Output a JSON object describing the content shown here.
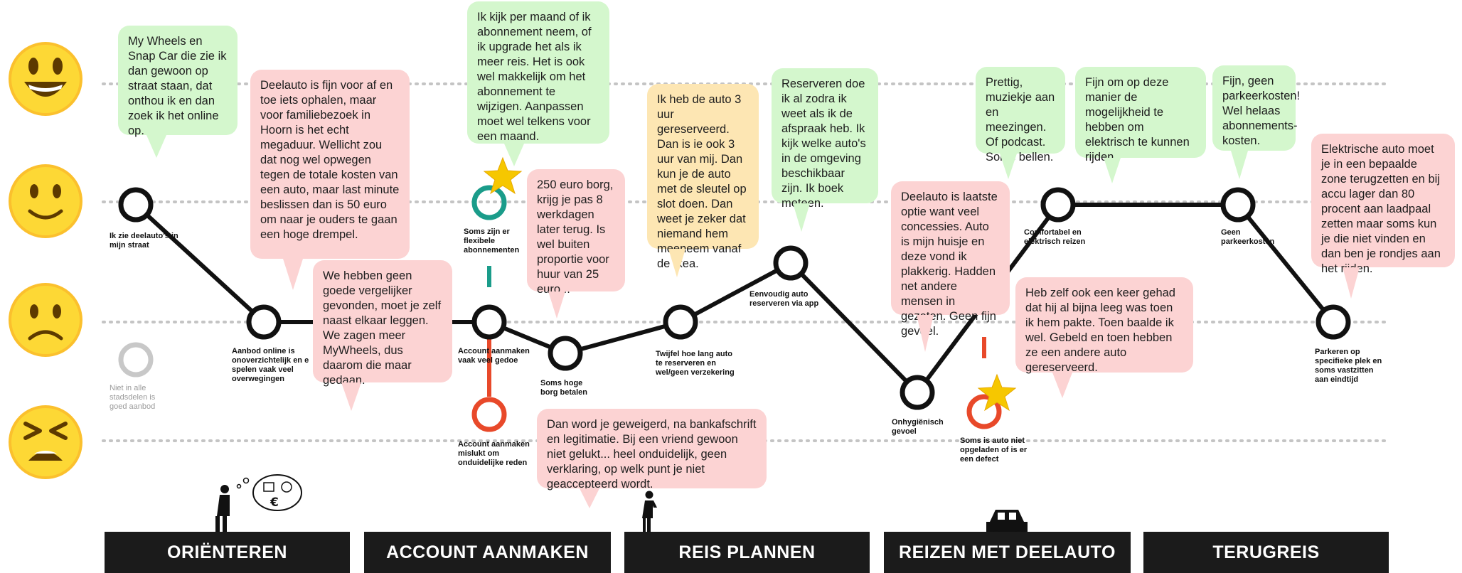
{
  "phases": [
    {
      "label": "ORIËNTEREN"
    },
    {
      "label": "ACCOUNT AANMAKEN"
    },
    {
      "label": "REIS PLANNEN"
    },
    {
      "label": "REIZEN MET DEELAUTO"
    },
    {
      "label": "TERUGREIS"
    }
  ],
  "emotion_levels": [
    "very-happy",
    "content",
    "sad",
    "distressed"
  ],
  "colors": {
    "line": "#111111",
    "negative": "#e8492a",
    "neutral_teal": "#1a9c8a",
    "muted": "#c8c8c8",
    "star": "#f6c700"
  },
  "steps": [
    {
      "label": "Ik zie deelauto's in mijn straat",
      "level": "content"
    },
    {
      "label": "Aanbod online is onoverzichtelijk en e spelen vaak veel overwegingen",
      "level": "sad"
    },
    {
      "label": "Account aanmaken vaak veel gedoe",
      "level": "sad"
    },
    {
      "label": "Soms hoge borg betalen",
      "level": "sad"
    },
    {
      "label": "Twijfel hoe lang auto te reserveren en wel/geen verzekering",
      "level": "sad"
    },
    {
      "label": "Eenvoudig auto reserveren via app",
      "level": "content"
    },
    {
      "label": "Onhygiënisch gevoel",
      "level": "sad"
    },
    {
      "label": "Comfortabel en elektrisch reizen",
      "level": "content"
    },
    {
      "label": "Geen parkeerkosten",
      "level": "content"
    },
    {
      "label": "Parkeren op specifieke plek en soms vastzitten aan eindtijd",
      "level": "sad"
    }
  ],
  "side_steps": [
    {
      "label": "Niet in alle stadsdelen is goed aanbod"
    },
    {
      "label": "Soms zijn er flexibele abonnementen"
    },
    {
      "label": "Account aanmaken mislukt om onduidelijke reden"
    },
    {
      "label": "Soms is auto niet opgeladen of is er een defect"
    }
  ],
  "quotes": [
    {
      "text": "My Wheels en Snap Car die zie ik dan gewoon op straat staan, dat onthou ik en dan zoek ik het online op.",
      "tone": "positive"
    },
    {
      "text": "Deelauto is fijn voor af en toe iets ophalen, maar voor familiebezoek in Hoorn is het echt megaduur. Wellicht zou dat nog wel opwegen tegen de totale kosten van een auto, maar last minute beslissen dan is 50 euro om naar je ouders te gaan een hoge drempel.",
      "tone": "negative"
    },
    {
      "text": "We hebben geen goede vergelijker gevonden, moet je zelf naast elkaar leggen. We zagen meer MyWheels, dus daarom die maar gedaan.",
      "tone": "negative"
    },
    {
      "text": "Ik kijk per maand of ik abonnement neem, of ik upgrade het als ik meer reis. Het is ook wel makkelijk om het abonnement te wijzigen. Aanpassen moet wel telkens voor een maand.",
      "tone": "positive"
    },
    {
      "text": "250 euro borg, krijg je pas 8 werkdagen later terug. Is wel buiten proportie voor huur van 25 euro...",
      "tone": "negative"
    },
    {
      "text": "Dan word je geweigerd, na bankafschrift en legitimatie. Bij een vriend gewoon niet gelukt... heel onduidelijk, geen verklaring, op welk punt je niet geaccepteerd wordt.",
      "tone": "negative"
    },
    {
      "text": "Ik heb de auto 3 uur gereserveerd. Dan is ie ook 3 uur van mij. Dan kun je de auto met de sleutel op slot doen. Dan weet je zeker dat niemand hem meeneem vanaf de Ikea.",
      "tone": "neutral"
    },
    {
      "text": "Reserveren doe ik al zodra ik weet als ik de afspraak heb. Ik kijk welke auto's in de omgeving beschikbaar zijn. Ik boek meteen.",
      "tone": "positive"
    },
    {
      "text": "Deelauto is laatste optie want veel concessies. Auto is mijn huisje en deze vond ik plakkerig. Hadden net andere mensen in gezeten. Geen fijn gevoel.",
      "tone": "negative"
    },
    {
      "text": "Prettig, muziekje aan en meezingen. Of podcast. Soms bellen.",
      "tone": "positive"
    },
    {
      "text": "Fijn om op deze manier de mogelijkheid te hebben om elektrisch te kunnen rijden.",
      "tone": "positive"
    },
    {
      "text": "Heb zelf ook een keer gehad dat hij al bijna leeg was toen ik hem pakte. Toen baalde ik wel. Gebeld en toen hebben ze een andere auto gereserveerd.",
      "tone": "negative"
    },
    {
      "text": "Fijn, geen parkeerkosten! Wel helaas abonnements-kosten.",
      "tone": "positive"
    },
    {
      "text": "Elektrische auto moet je in een bepaalde zone terugzetten en bij accu lager dan 80 procent aan laadpaal zetten maar soms kun je die niet vinden en dan ben je rondjes aan het rijden.",
      "tone": "negative"
    }
  ]
}
